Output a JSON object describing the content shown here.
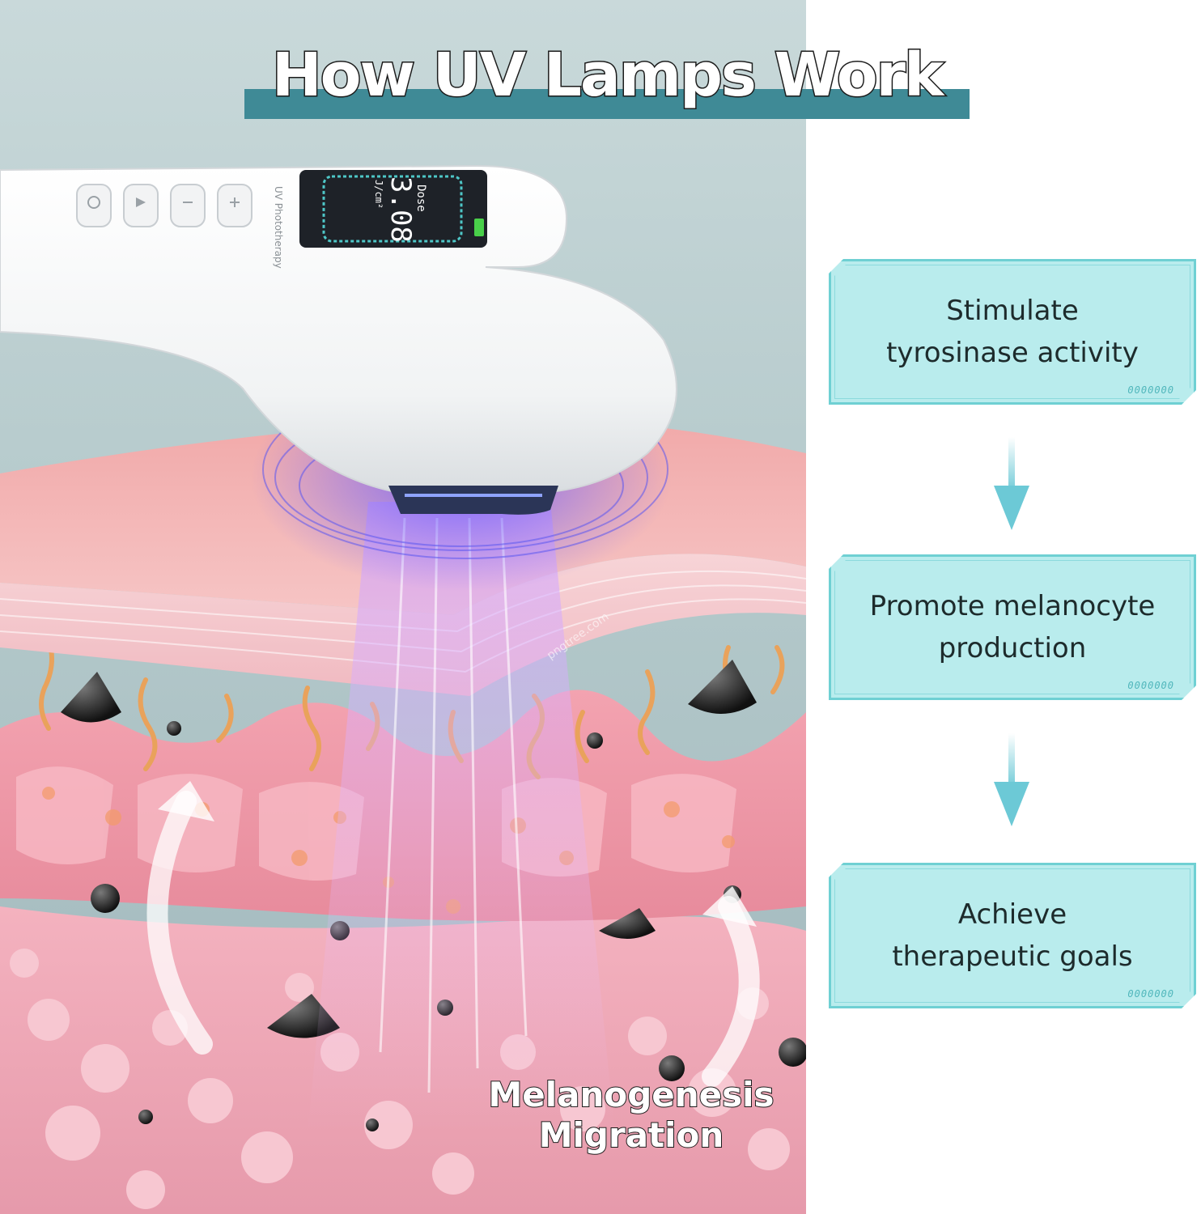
{
  "title": "How UV Lamps Work",
  "device": {
    "screen_label": "Dose",
    "screen_value": "3.08",
    "screen_unit": "J/cm²",
    "brand_text": "UV Phototherapy",
    "buttons": [
      "power-icon",
      "play-icon",
      "minus-icon",
      "plus-icon"
    ]
  },
  "steps": [
    {
      "text": "Stimulate\ntyrosinase activity",
      "deco": "0000000"
    },
    {
      "text": "Promote melanocyte\nproduction",
      "deco": "0000000"
    },
    {
      "text": "Achieve\ntherapeutic goals",
      "deco": "0000000"
    }
  ],
  "caption": "Melanogenesis\nMigration",
  "watermark": "pngtree.com",
  "colors": {
    "title_bar": "#3f8a96",
    "step_fill": "#b9eced",
    "step_border": "#6fd0d3",
    "arrow": "#6cc9d6",
    "uv_glow": "#6a5cff"
  }
}
